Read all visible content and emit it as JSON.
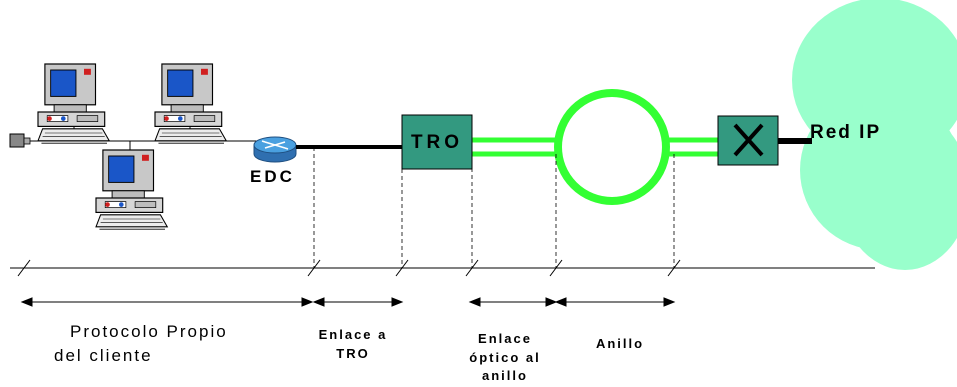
{
  "labels": {
    "edc": "EDC",
    "tro": "TRO",
    "red_ip": "Red IP",
    "protocolo_line1": "Protocolo Propio",
    "protocolo_line2": "del cliente",
    "enlace_tro_line1": "Enlace a",
    "enlace_tro_line2": "TRO",
    "enlace_optico_line1": "Enlace",
    "enlace_optico_line2": "óptico al",
    "enlace_optico_line3": "anillo",
    "anillo": "Anillo"
  },
  "icons": {
    "computer": "computer-icon",
    "router": "router-icon",
    "transceiver": "transceiver-icon",
    "switch": "cross-switch-icon"
  },
  "colors": {
    "optical_green": "#33ff33",
    "equipment_teal": "#339980",
    "cloud": "#99ffcc",
    "router_blue": "#4aa0e0"
  }
}
